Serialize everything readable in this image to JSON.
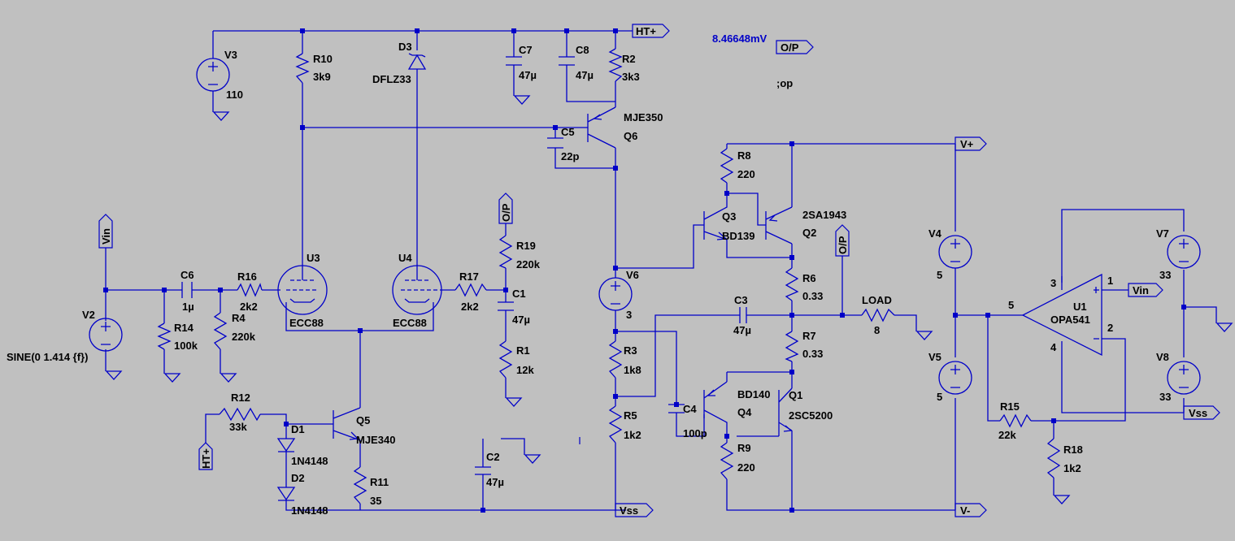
{
  "nets": {
    "ht_plus": "HT+",
    "v_plus": "V+",
    "v_minus": "V-",
    "vss": "Vss",
    "vin": "Vin",
    "op": "O/P"
  },
  "meter": {
    "value": "8.46648mV",
    "directive": ";op"
  },
  "components": {
    "v3": {
      "ref": "V3",
      "value": "110"
    },
    "r10": {
      "ref": "R10",
      "value": "3k9"
    },
    "d3": {
      "ref": "D3",
      "value": "DFLZ33"
    },
    "c7": {
      "ref": "C7",
      "value": "47µ"
    },
    "c8": {
      "ref": "C8",
      "value": "47µ"
    },
    "r2": {
      "ref": "R2",
      "value": "3k3"
    },
    "q6": {
      "ref": "Q6",
      "value": "MJE350"
    },
    "c5": {
      "ref": "C5",
      "value": "22p"
    },
    "v2": {
      "ref": "V2",
      "value": "SINE(0 1.414 {f})"
    },
    "c6": {
      "ref": "C6",
      "value": "1µ"
    },
    "r16": {
      "ref": "R16",
      "value": "2k2"
    },
    "r14": {
      "ref": "R14",
      "value": "100k"
    },
    "r4": {
      "ref": "R4",
      "value": "220k"
    },
    "u3": {
      "ref": "U3",
      "value": "ECC88"
    },
    "u4": {
      "ref": "U4",
      "value": "ECC88"
    },
    "r17": {
      "ref": "R17",
      "value": "2k2"
    },
    "r19": {
      "ref": "R19",
      "value": "220k"
    },
    "c1": {
      "ref": "C1",
      "value": "47µ"
    },
    "r1": {
      "ref": "R1",
      "value": "12k"
    },
    "v6": {
      "ref": "V6",
      "value": "3"
    },
    "r3": {
      "ref": "R3",
      "value": "1k8"
    },
    "r5": {
      "ref": "R5",
      "value": "1k2"
    },
    "c2": {
      "ref": "C2",
      "value": "47µ"
    },
    "r12": {
      "ref": "R12",
      "value": "33k"
    },
    "d1": {
      "ref": "D1",
      "value": "1N4148"
    },
    "d2": {
      "ref": "D2",
      "value": "1N4148"
    },
    "q5": {
      "ref": "Q5",
      "value": "MJE340"
    },
    "r11": {
      "ref": "R11",
      "value": "35"
    },
    "r8": {
      "ref": "R8",
      "value": "220"
    },
    "q3": {
      "ref": "Q3",
      "value": "BD139"
    },
    "q2": {
      "ref": "Q2",
      "value": "2SA1943"
    },
    "r6": {
      "ref": "R6",
      "value": "0.33"
    },
    "c3": {
      "ref": "C3",
      "value": "47µ"
    },
    "r7": {
      "ref": "R7",
      "value": "0.33"
    },
    "load": {
      "ref": "LOAD",
      "value": "8"
    },
    "c4": {
      "ref": "C4",
      "value": "100p"
    },
    "q4": {
      "ref": "Q4",
      "value": "BD140"
    },
    "q1": {
      "ref": "Q1",
      "value": "2SC5200"
    },
    "r9": {
      "ref": "R9",
      "value": "220"
    },
    "v4": {
      "ref": "V4",
      "value": "5"
    },
    "v5": {
      "ref": "V5",
      "value": "5"
    },
    "u1": {
      "ref": "U1",
      "value": "OPA541",
      "pin1": "1",
      "pin2": "2",
      "pin3": "3",
      "pin4": "4",
      "pin5": "5"
    },
    "v7": {
      "ref": "V7",
      "value": "33"
    },
    "v8": {
      "ref": "V8",
      "value": "33"
    },
    "r15": {
      "ref": "R15",
      "value": "22k"
    },
    "r18": {
      "ref": "R18",
      "value": "1k2"
    }
  },
  "colors": {
    "wire": "#0000c8",
    "background": "#c0c0c0",
    "text": "#000000",
    "probe_text": "#0000c8"
  }
}
